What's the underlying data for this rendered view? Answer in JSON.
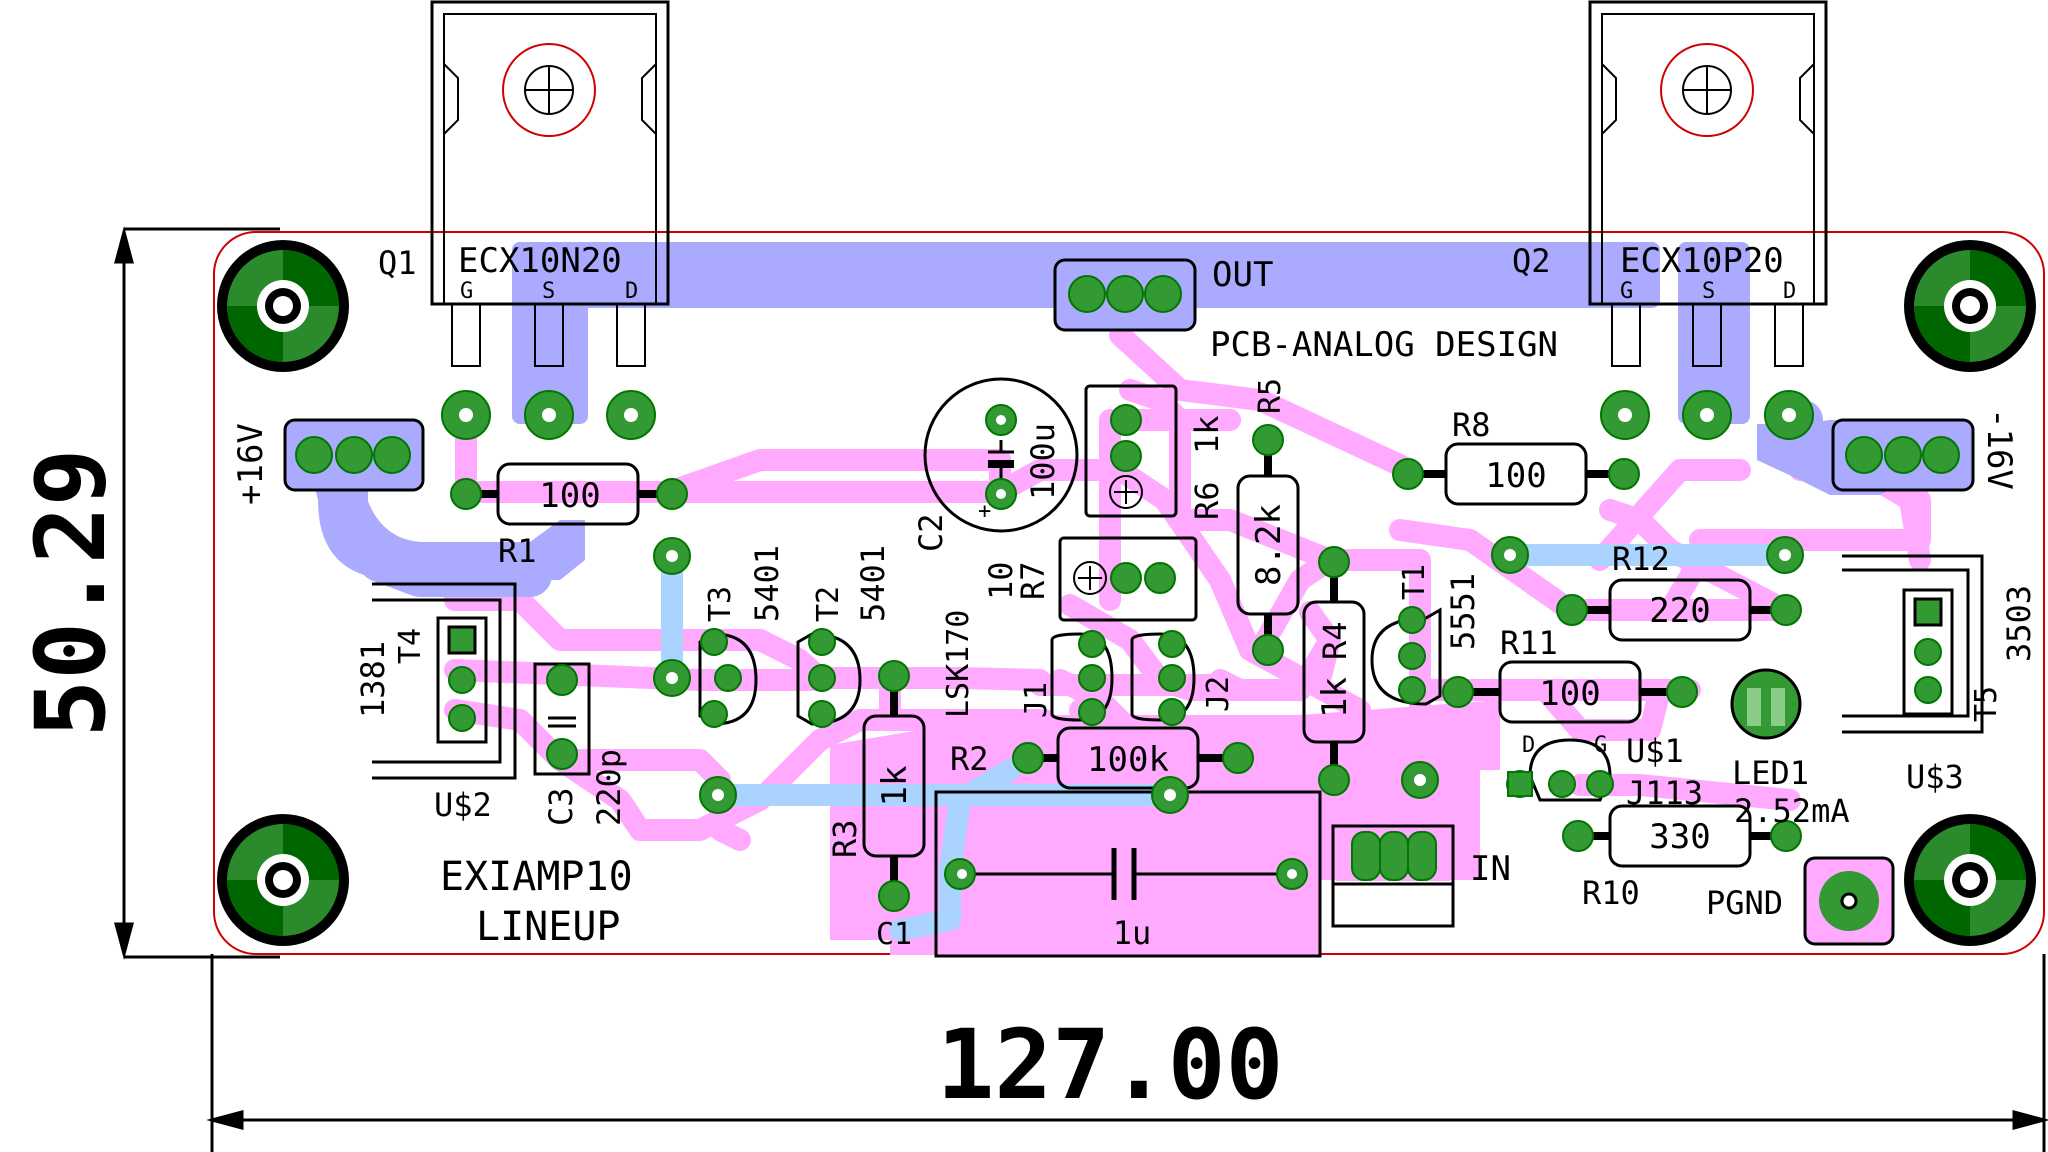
{
  "colors": {
    "background": "#ffffff",
    "outline": "#d00000",
    "top_copper": "#aaaaff",
    "bottom_copper": "#ffaaff",
    "bottom_copper2": "#aad4ff",
    "pad": "#339933",
    "via_ring": "#007700",
    "silk": "#000000"
  },
  "dimensions": {
    "width_label": "127.00",
    "height_label": "50.29"
  },
  "transistors": {
    "q1": {
      "ref": "Q1",
      "value": "ECX10N20",
      "pins": [
        "G",
        "S",
        "D"
      ]
    },
    "q2": {
      "ref": "Q2",
      "value": "ECX10P20",
      "pins": [
        "G",
        "S",
        "D"
      ]
    }
  },
  "connectors": {
    "out": "OUT",
    "in": "IN",
    "plus": "+16V",
    "minus": "-16V",
    "pgnd": "PGND"
  },
  "board_text": {
    "brand": "PCB-ANALOG DESIGN",
    "name_line1": "EXIAMP10",
    "name_line2": "LINEUP"
  },
  "components": {
    "r1": {
      "ref": "R1",
      "value": "100"
    },
    "r2": {
      "ref": "R2",
      "value": "100k"
    },
    "r3": {
      "ref": "R3",
      "value": "1k"
    },
    "r4": {
      "ref": "R4",
      "value": "1k"
    },
    "r5": {
      "ref": "R5",
      "value": "8.2k"
    },
    "r6": {
      "ref": "R6",
      "value": "1k"
    },
    "r7": {
      "ref": "R7",
      "value": "10"
    },
    "r8": {
      "ref": "R8",
      "value": "100"
    },
    "r10": {
      "ref": "R10",
      "value": "330"
    },
    "r11": {
      "ref": "R11",
      "value": "100"
    },
    "r12": {
      "ref": "R12",
      "value": "220"
    },
    "c1": {
      "ref": "C1",
      "value": "1u"
    },
    "c2": {
      "ref": "C2",
      "value": "100u"
    },
    "c3": {
      "ref": "C3",
      "value": "220p"
    },
    "t1": {
      "ref": "T1",
      "value": "5551"
    },
    "t2": {
      "ref": "T2",
      "value": "5401"
    },
    "t3": {
      "ref": "T3",
      "value": "5401"
    },
    "t4": {
      "ref": "T4",
      "value": "1381"
    },
    "t5": {
      "ref": "T5",
      "value": "3503"
    },
    "j1": {
      "ref": "J1",
      "value": "LSK170"
    },
    "j2": {
      "ref": "J2"
    },
    "u1": {
      "ref": "U$1",
      "value": "J113",
      "pin_d": "D",
      "pin_g": "G"
    },
    "u2": {
      "ref": "U$2"
    },
    "u3": {
      "ref": "U$3"
    },
    "led1": {
      "ref": "LED1",
      "value": "2.52mA"
    },
    "c2_plus": "+"
  }
}
